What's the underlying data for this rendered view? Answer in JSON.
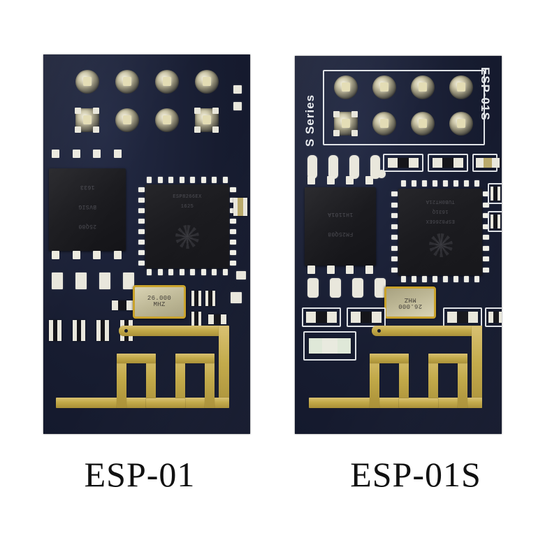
{
  "page": {
    "background_color": "#ffffff",
    "subject": "Two ESP8266 Wi-Fi modules photographed side by side"
  },
  "captions": {
    "left": "ESP-01",
    "right": "ESP-01S"
  },
  "colors": {
    "pcb": "#171c30",
    "gold_trace": "#c2a948",
    "silkscreen": "#dfe2e6",
    "pad_metal": "#e9e7dc",
    "crystal_frame": "#c9a22b",
    "caption_text": "#111111"
  },
  "boards": [
    {
      "id": "esp-01",
      "name": "ESP-01 module",
      "silkscreen_texts": [],
      "header": {
        "name": "2x4 through-hole pin header",
        "rows": 2,
        "columns": 4,
        "pin_count": 8
      },
      "components": [
        {
          "name": "flash-memory-chip",
          "package": "SOP-8",
          "marking_lines": [
            "25Q80",
            "BVSIG",
            "1633"
          ]
        },
        {
          "name": "esp8266ex-soc",
          "package": "QFN-32",
          "marking_lines": [
            "ESP8266EX",
            "1625",
            "logo"
          ]
        },
        {
          "name": "crystal-oscillator",
          "marking_lines": [
            "26.000",
            "MHZ"
          ],
          "frequency": "26.000 MHZ"
        }
      ],
      "antenna": {
        "name": "meander-pcb-antenna",
        "type": "inverted-F meander trace"
      }
    },
    {
      "id": "esp-01s",
      "name": "ESP-01S module",
      "silkscreen_texts": [
        "S Series",
        "ESP-01S"
      ],
      "header": {
        "name": "2x4 through-hole pin header",
        "rows": 2,
        "columns": 4,
        "pin_count": 8
      },
      "components": [
        {
          "name": "flash-memory-chip",
          "package": "SOP-8",
          "marking_lines": [
            "FM25Q08",
            "1H1101A"
          ]
        },
        {
          "name": "esp8266ex-soc",
          "package": "QFN-32",
          "marking_lines": [
            "ESP8266EX",
            "1631Q",
            "TUB0HT21A"
          ]
        },
        {
          "name": "crystal-oscillator",
          "marking_lines": [
            "26.000",
            "MHZ"
          ],
          "frequency": "26.000 MHZ"
        },
        {
          "name": "status-led",
          "package": "0805"
        }
      ],
      "antenna": {
        "name": "meander-pcb-antenna",
        "type": "inverted-F meander trace"
      }
    }
  ]
}
